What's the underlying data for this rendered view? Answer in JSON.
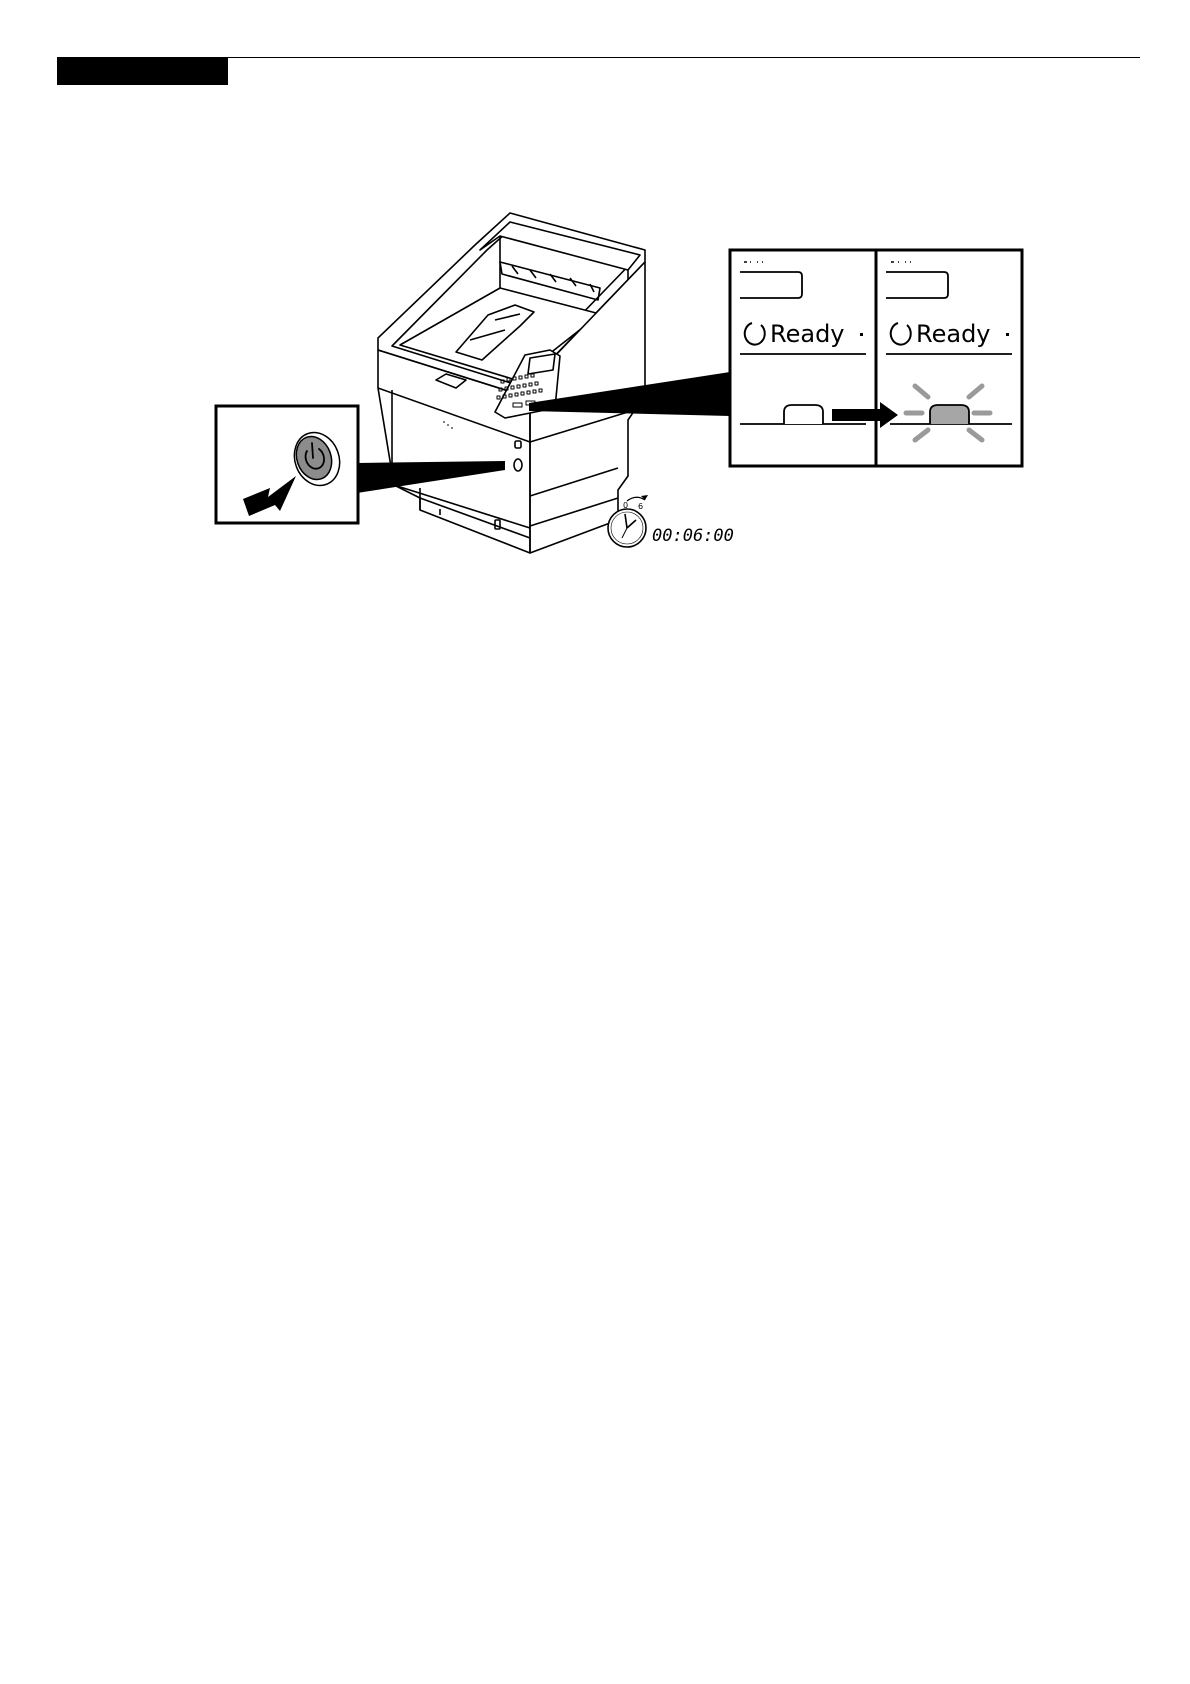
{
  "panel": {
    "status_before": "Ready",
    "status_after": "Ready"
  },
  "timer": {
    "value": "00:06:00",
    "dial_start": "0",
    "dial_end": "6"
  },
  "colors": {
    "ink": "#000000",
    "lamp_lit": "#a6a6a6",
    "blink_rays": "#9a9a9a",
    "power_button": "#8c8c8c"
  },
  "icons": {
    "power": "power-symbol-icon",
    "spinner": "ring-spinner-icon",
    "timer": "stopwatch-icon",
    "arrow": "right-arrow-icon"
  }
}
